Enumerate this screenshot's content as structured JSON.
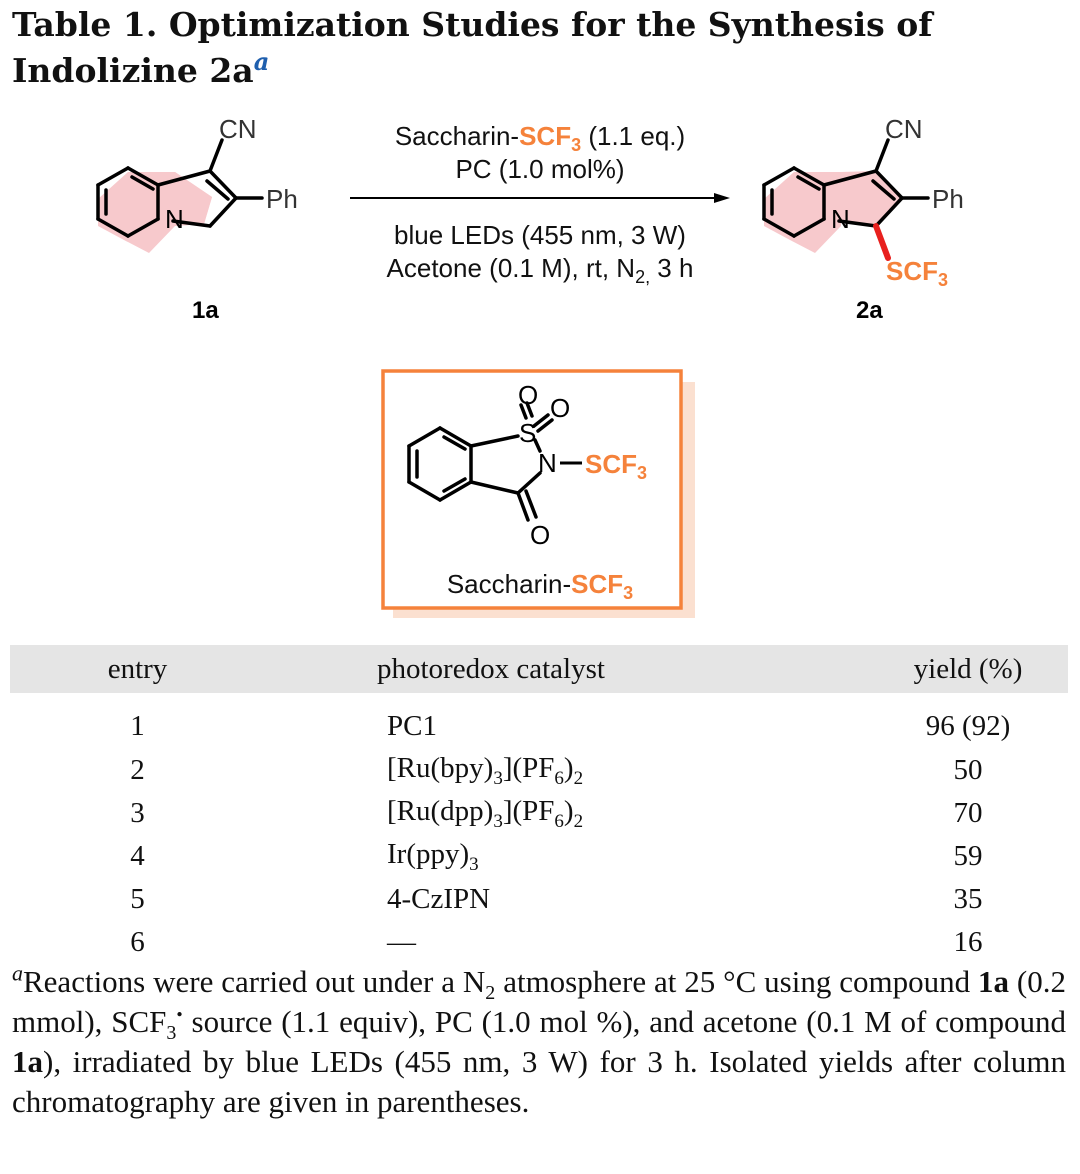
{
  "title": {
    "text": "Table 1. Optimization Studies for the Synthesis of Indolizine 2a",
    "footnote_mark": "a"
  },
  "scheme": {
    "reactant_label": "1a",
    "product_label": "2a",
    "substituent_cn": "CN",
    "substituent_ph": "Ph",
    "ring_n": "N",
    "product_group": "SCF3",
    "conditions_top_1": "Saccharin-SCF3 (1.1 eq.)",
    "conditions_top_2": "PC (1.0 mol%)",
    "conditions_bottom_1": "blue LEDs (455 nm, 3 W)",
    "conditions_bottom_2": "Acetone (0.1 M), rt, N2, 3 h",
    "reagent_box_label": "Saccharin-SCF3",
    "reagent_atoms": [
      "O",
      "S",
      "O",
      "N",
      "SCF3",
      "O"
    ],
    "accent_color": "#f5823b",
    "ring_fill_color": "#f7c9cc",
    "bond_highlight_color": "#e8201e"
  },
  "table": {
    "headers": [
      "entry",
      "photoredox catalyst",
      "yield (%)"
    ],
    "rows": [
      {
        "entry": "1",
        "catalyst": "PC1",
        "yield": "96 (92)"
      },
      {
        "entry": "2",
        "catalyst": "[Ru(bpy)3](PF6)2",
        "yield": "50"
      },
      {
        "entry": "3",
        "catalyst": "[Ru(dpp)3](PF6)2",
        "yield": "70"
      },
      {
        "entry": "4",
        "catalyst": "Ir(ppy)3",
        "yield": "59"
      },
      {
        "entry": "5",
        "catalyst": "4-CzIPN",
        "yield": "35"
      },
      {
        "entry": "6",
        "catalyst": "—",
        "yield": "16"
      }
    ]
  },
  "footnote": {
    "mark": "a",
    "text": "Reactions were carried out under a N2 atmosphere at 25 °C using compound 1a (0.2 mmol), SCF3• source (1.1 equiv), PC (1.0 mol %), and acetone (0.1 M of compound 1a), irradiated by blue LEDs (455 nm, 3 W) for 3 h. Isolated yields after column chromatography are given in parentheses."
  }
}
